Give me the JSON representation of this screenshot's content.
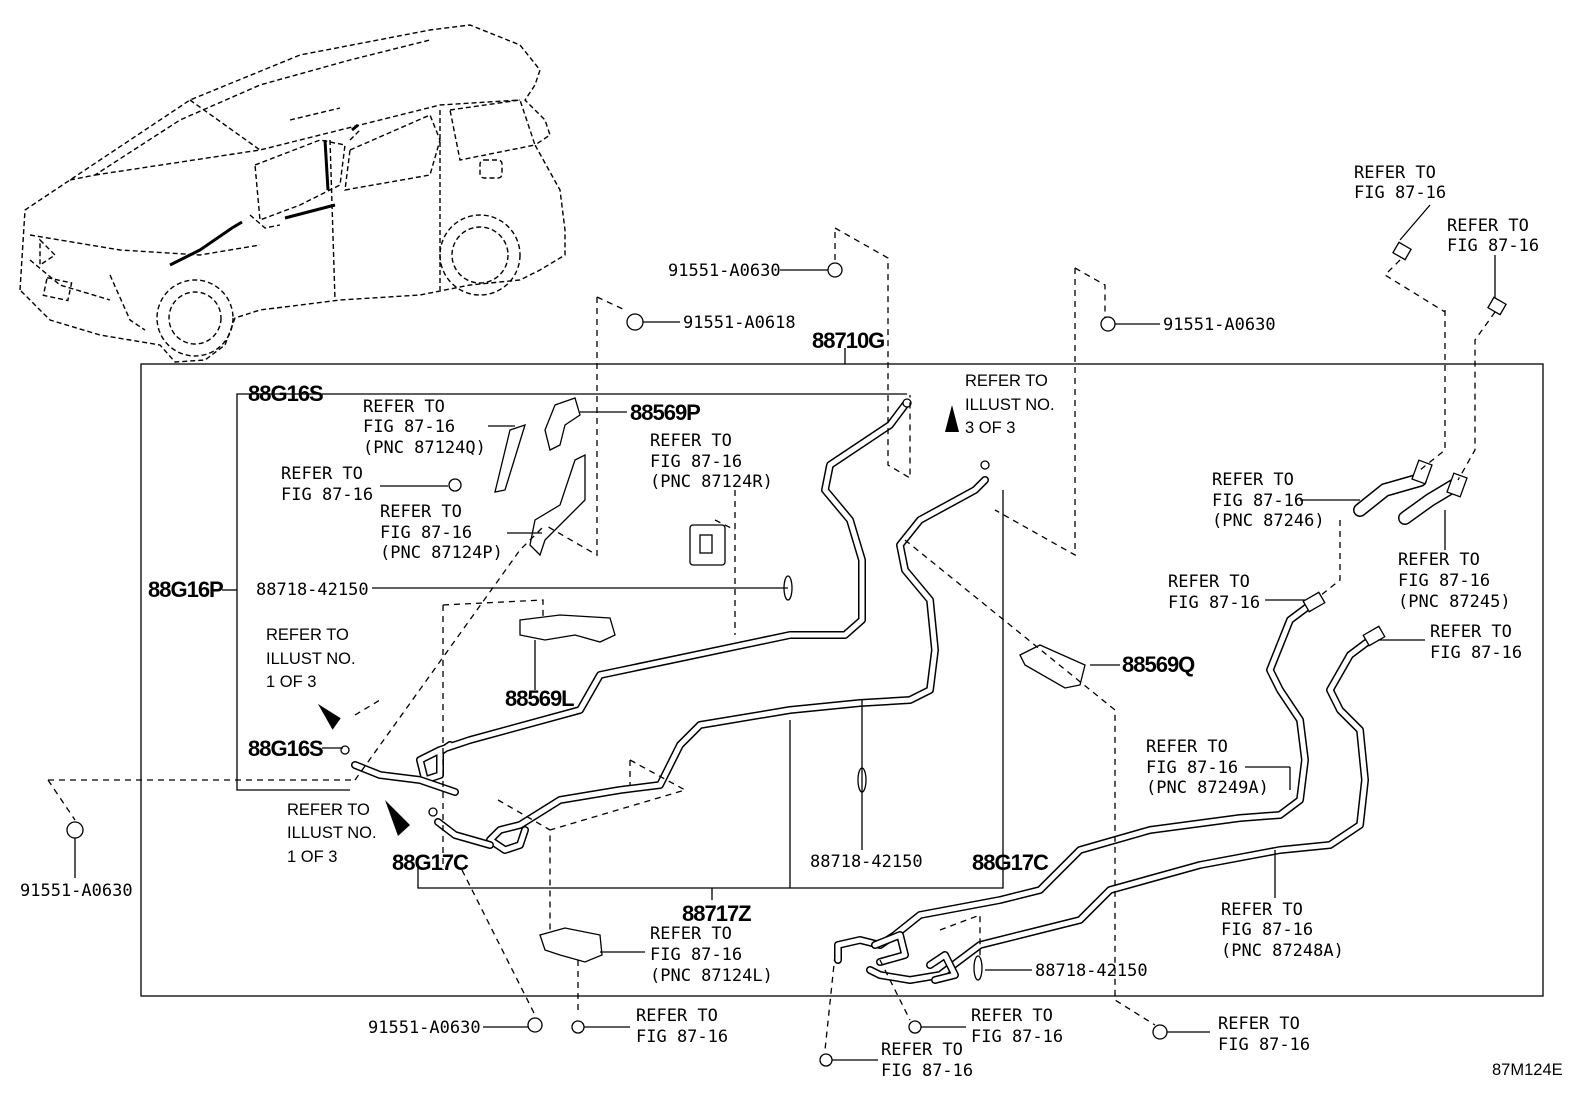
{
  "callouts": {
    "bolt_top_mid": "91551-A0630",
    "bolt_upper_left": "91551-A0618",
    "bolt_upper_right": "91551-A0630",
    "bolt_left": "91551-A0630",
    "bolt_bottom": "91551-A0630",
    "main_assy": "88710G",
    "p_88g16s_top": "88G16S",
    "p_88569p": "88569P",
    "p_88g16p": "88G16P",
    "p_88718_a": "88718-42150",
    "p_88569l": "88569L",
    "p_88g16s_bottom": "88G16S",
    "p_88g17c_left": "88G17C",
    "p_88717z": "88717Z",
    "p_88718_b": "88718-42150",
    "p_88g17c_right": "88G17C",
    "p_88569q": "88569Q",
    "p_88718_c": "88718-42150",
    "fig_code": "87M124E"
  },
  "refs": {
    "refer_to": "REFER TO",
    "fig": "FIG 87-16",
    "illust": "ILLUST NO.",
    "of3_3": "3 OF 3",
    "of1_3": "1 OF 3",
    "pnc_87124q": "(PNC 87124Q)",
    "pnc_87124p": "(PNC 87124P)",
    "pnc_87124r": "(PNC 87124R)",
    "pnc_87124l": "(PNC 87124L)",
    "pnc_87246": "(PNC 87246)",
    "pnc_87245": "(PNC 87245)",
    "pnc_87249a": "(PNC 87249A)",
    "pnc_87248a": "(PNC 87248A)"
  }
}
